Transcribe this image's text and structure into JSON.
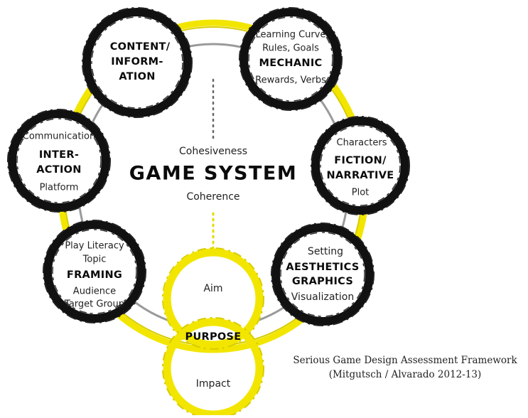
{
  "center": {
    "top_label": "Cohesiveness",
    "title": "GAME SYSTEM",
    "bottom_label": "Coherence"
  },
  "nodes": {
    "content": {
      "title_line1": "CONTENT/",
      "title_line2": "INFORM-",
      "title_line3": "ATION"
    },
    "mechanic": {
      "line1": "Learning Curve",
      "line2": "Rules, Goals",
      "title": "MECHANIC",
      "line3": "Rewards, Verbs"
    },
    "interaction": {
      "line1": "Communication",
      "title_line1": "INTER-",
      "title_line2": "ACTION",
      "line2": "Platform"
    },
    "fiction": {
      "line1": "Characters",
      "title_line1": "FICTION/",
      "title_line2": "NARRATIVE",
      "line2": "Plot"
    },
    "framing": {
      "line1": "Play Literacy",
      "line2": "Topic",
      "title": "FRAMING",
      "line3": "Audience",
      "line4": "Target Group"
    },
    "aesthetics": {
      "line1": "Setting",
      "title_line1": "AESTHETICS",
      "title_line2": "GRAPHICS",
      "line2": "Visualization"
    },
    "purpose": {
      "aim": "Aim",
      "title": "PURPOSE",
      "impact": "Impact"
    }
  },
  "caption": {
    "line1": "Serious Game Design Assessment Framework",
    "line2": "(Mitgutsch / Alvarado 2012-13)"
  },
  "colors": {
    "ring_black": "#111111",
    "ring_yellow": "#f2e600",
    "inner_ring_gray": "#9a9a9a",
    "dots_gray": "#666666",
    "dots_yellow": "#e6dc00"
  }
}
